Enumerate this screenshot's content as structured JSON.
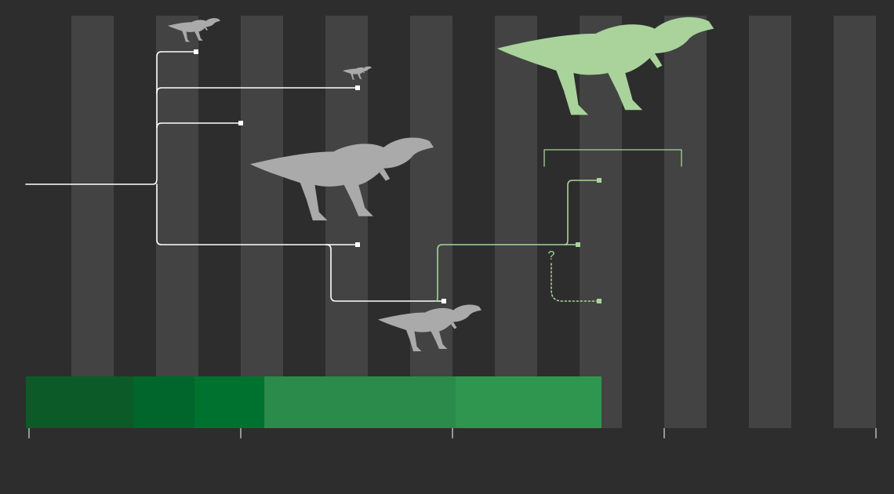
{
  "colors": {
    "background": "#2d2d2d",
    "stripe": "#434343",
    "branch_line": "#ffffff",
    "highlight_line": "#a9d39b",
    "silhouette_gray": "#aaaaaa",
    "silhouette_green": "#a9d39b",
    "timebar_segments": [
      "#0c5a28",
      "#00662c",
      "#007230",
      "#2a8b4a",
      "#2f9650"
    ]
  },
  "uncertain_marker": "?",
  "tree": {
    "taxa": [
      {
        "id": "taxon-small-top",
        "group": "gray"
      },
      {
        "id": "taxon-tiny",
        "group": "gray"
      },
      {
        "id": "taxon-short",
        "group": "gray"
      },
      {
        "id": "taxon-feathered",
        "group": "gray"
      },
      {
        "id": "taxon-lower",
        "group": "gray"
      },
      {
        "id": "taxon-green-mid",
        "group": "green"
      },
      {
        "id": "taxon-green-top",
        "group": "green"
      },
      {
        "id": "taxon-green-uncertain",
        "group": "green",
        "uncertain": true
      }
    ]
  },
  "silhouettes": [
    {
      "name": "small-theropod-silhouette",
      "tint": "gray"
    },
    {
      "name": "tiny-theropod-silhouette",
      "tint": "gray"
    },
    {
      "name": "feathered-tyrannosauroid-silhouette",
      "tint": "gray"
    },
    {
      "name": "lower-tyrannosauroid-silhouette",
      "tint": "gray"
    },
    {
      "name": "tyrannosaurus-silhouette",
      "tint": "green"
    }
  ],
  "time_axis": {
    "tick_count": 5,
    "tick_labels": [
      "",
      "",
      "",
      "",
      ""
    ],
    "segments": 5
  }
}
